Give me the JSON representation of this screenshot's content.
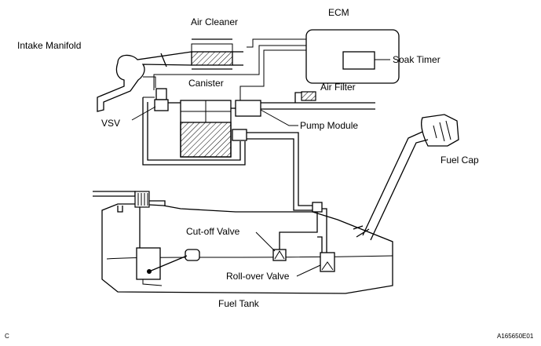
{
  "labels": {
    "ecm": "ECM",
    "air_cleaner": "Air Cleaner",
    "intake_manifold": "Intake Manifold",
    "soak_timer": "Soak Timer",
    "canister": "Canister",
    "air_filter": "Air Filter",
    "vsv": "VSV",
    "pump_module": "Pump Module",
    "fuel_cap": "Fuel Cap",
    "cutoff_valve": "Cut-off Valve",
    "rollover_valve": "Roll-over Valve",
    "fuel_tank": "Fuel Tank"
  },
  "footer": {
    "corner_letter": "C",
    "figure_id": "A165650E01"
  }
}
